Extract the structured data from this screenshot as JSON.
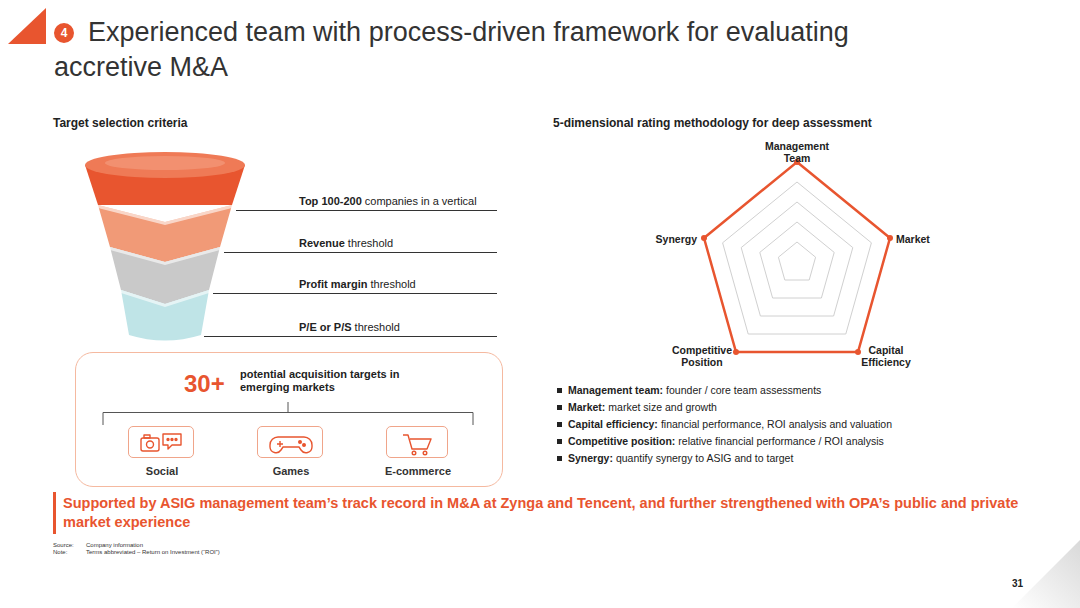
{
  "diagram": {
    "title": "Experienced team with process-driven framework for evaluating accretive M&A",
    "nodes": [
      {
        "text": [
          "4"
        ]
      },
      {
        "text": [
          "Top 100-200",
          "companies in a vertical"
        ]
      },
      {
        "text": [
          "Revenue",
          "threshold"
        ]
      },
      {
        "text": [
          "Profit margin",
          "threshold"
        ]
      },
      {
        "text": [
          "P/E or P/S",
          "threshold"
        ]
      },
      {
        "text": [
          "30+",
          "potential acquisition targets in emerging markets"
        ]
      },
      {
        "text": [
          "Social"
        ],
        "in": 5
      },
      {
        "text": [
          "Games"
        ],
        "in": 5
      },
      {
        "text": [
          "E-commerce"
        ],
        "in": 5
      }
    ],
    "labels": [
      "Target selection criteria",
      "5-dimensional rating methodology for deep assessment",
      "Management Team",
      "Market",
      "Capital Efficiency",
      "Competitive Position",
      "Synergy",
      "Management team:",
      "founder / core team assessments",
      "Market:",
      "market size and growth",
      "Capital efficiency:",
      "financial performance, ROI analysis and valuation",
      "Competitive position:",
      "relative financial performance / ROI analysis",
      "Synergy:",
      "quantify synergy to ASIG and to target",
      "Supported by ASIG management team’s track record in M&A at Zynga and Tencent, and further strengthened with OPA’s public and private market experience",
      "Source:",
      "Company information",
      "Note:",
      "Terms abbreviated – Return on Investment (“ROI”)",
      "31"
    ]
  }
}
